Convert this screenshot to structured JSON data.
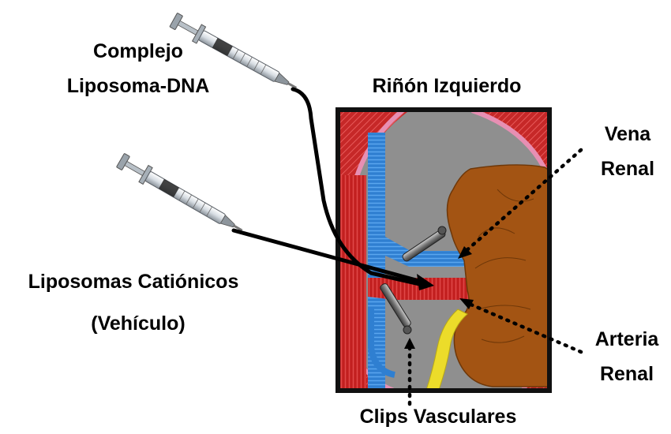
{
  "labels": {
    "complex_line1": "Complejo",
    "complex_line2": "Liposoma-DNA",
    "kidney_title": "Riñón Izquierdo",
    "vein_line1": "Vena",
    "vein_line2": "Renal",
    "cationic_line1": "Liposomas Catiónicos",
    "cationic_line2": "(Vehículo)",
    "artery_line1": "Arteria",
    "artery_line2": "Renal",
    "clips": "Clips Vasculares"
  },
  "icons": [
    "syringe-icon",
    "catheter-line",
    "kidney-illustration",
    "vascular-clip-icon",
    "pointer-arrow"
  ],
  "colors": {
    "tissue_red": "#c62828",
    "tissue_pink": "#e78fb3",
    "vein_blue": "#2f7fd1",
    "artery_red": "#c21f1f",
    "kidney_brown": "#a35413",
    "ureter_yellow": "#ecdc2a",
    "background_gray": "#8f8f8f",
    "frame_black": "#111111"
  }
}
